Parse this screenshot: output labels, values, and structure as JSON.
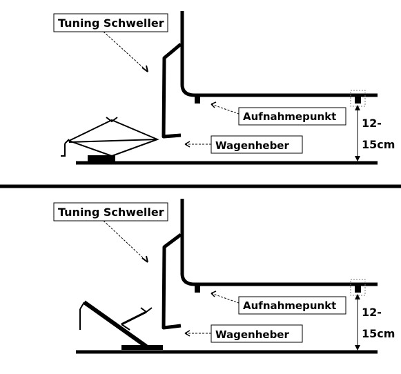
{
  "panels": [
    {
      "jack_type": "scissor",
      "labels": {
        "sill": "Tuning Schweller",
        "jack_point": "Aufnahmepunkt",
        "jack": "Wagenheber",
        "clearance_line1": "12-",
        "clearance_line2": "15cm"
      }
    },
    {
      "jack_type": "trolley",
      "labels": {
        "sill": "Tuning Schweller",
        "jack_point": "Aufnahmepunkt",
        "jack": "Wagenheber",
        "clearance_line1": "12-",
        "clearance_line2": "15cm"
      }
    }
  ],
  "colors": {
    "ink": "#000000",
    "background": "#ffffff"
  }
}
